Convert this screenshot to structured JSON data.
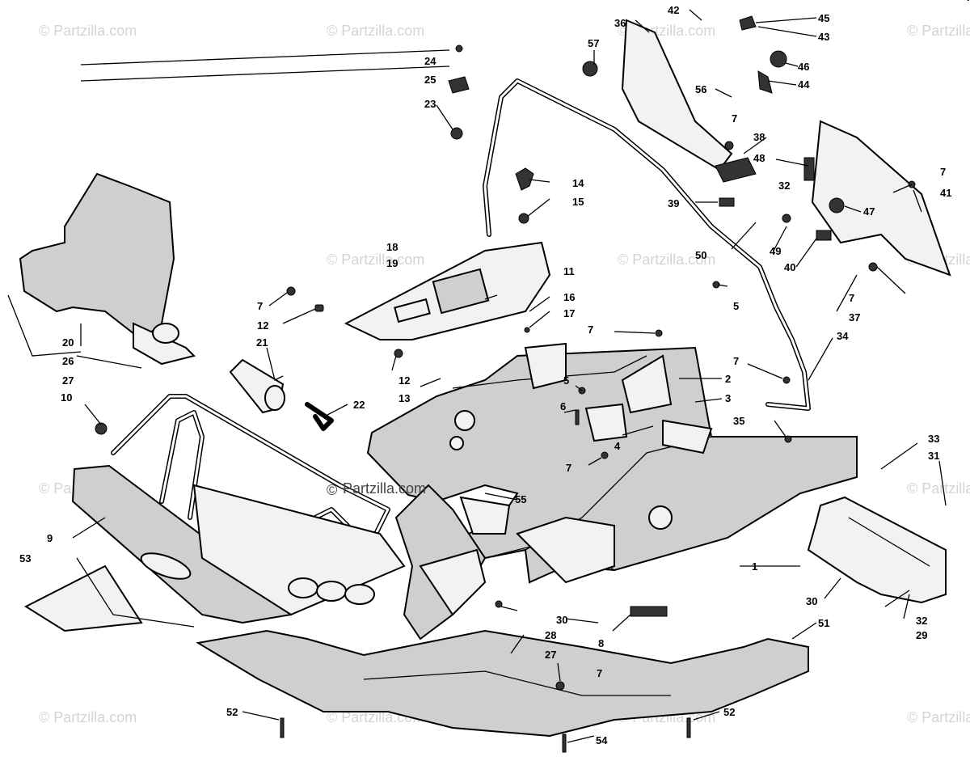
{
  "watermark": {
    "text": "© Partzilla.com",
    "center_text": "Partzilla.com",
    "center_symbol": "©"
  },
  "callouts": [
    "1",
    "2",
    "3",
    "4",
    "5",
    "5",
    "6",
    "7",
    "7",
    "7",
    "7",
    "7",
    "7",
    "7",
    "7",
    "7",
    "8",
    "9",
    "10",
    "11",
    "12",
    "12",
    "13",
    "14",
    "15",
    "16",
    "17",
    "18",
    "19",
    "20",
    "21",
    "22",
    "23",
    "24",
    "25",
    "26",
    "27",
    "27",
    "28",
    "29",
    "30",
    "30",
    "31",
    "32",
    "32",
    "33",
    "34",
    "35",
    "36",
    "37",
    "38",
    "39",
    "40",
    "41",
    "42",
    "43",
    "44",
    "45",
    "46",
    "47",
    "48",
    "49",
    "50",
    "51",
    "52",
    "52",
    "53",
    "54",
    "55",
    "56",
    "57"
  ],
  "colors": {
    "ink": "#000000",
    "paper": "#ffffff",
    "watermark": "#d4d4d4"
  }
}
